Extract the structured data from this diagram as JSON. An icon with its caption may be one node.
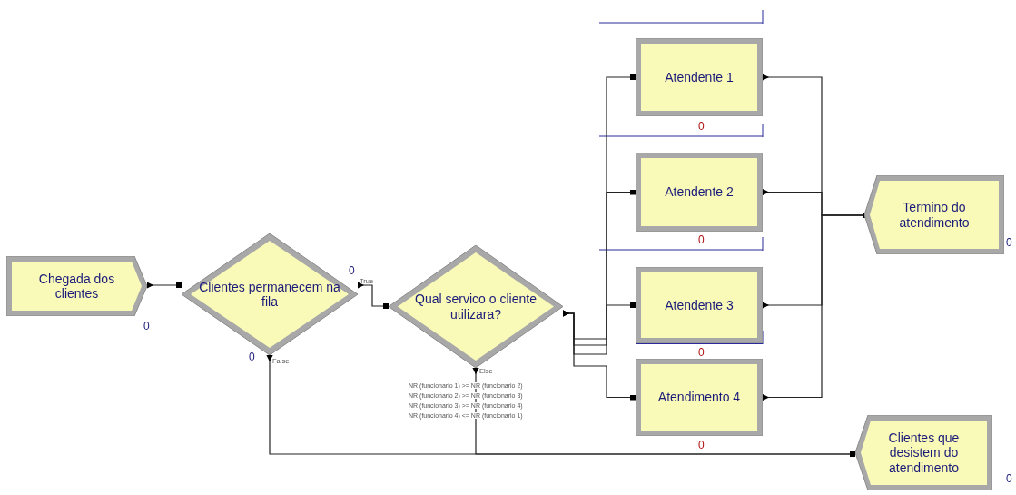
{
  "diagram": {
    "nodes": [
      {
        "text": [
          "Chegada dos clientes"
        ],
        "beside": [
          "0"
        ]
      },
      {
        "text": [
          "Clientes permanecem na fila"
        ],
        "beside": [
          "0",
          "True",
          "0",
          "False"
        ]
      },
      {
        "text": [
          "Qual servico o cliente utilizara?"
        ],
        "beside": [
          "Else",
          "NR (funcionario 1) >= NR (funcionario 2)",
          "NR (funcionario 2) >= NR (funcionario 3)",
          "NR (funcionario 3) >= NR (funcionario 4)",
          "NR (funcionario 4) <= NR (funcionario 1)"
        ]
      },
      {
        "text": [
          "Atendente 1"
        ],
        "beside": [
          "0"
        ]
      },
      {
        "text": [
          "Atendente 2"
        ],
        "beside": [
          "0"
        ]
      },
      {
        "text": [
          "Atendente 3"
        ],
        "beside": [
          "0"
        ]
      },
      {
        "text": [
          "Atendimento 4"
        ],
        "beside": [
          "0"
        ]
      },
      {
        "text": [
          "Termino do atendimento"
        ],
        "beside": [
          "0"
        ]
      },
      {
        "text": [
          "Clientes que desistem do atendimento"
        ],
        "beside": [
          "0"
        ]
      }
    ],
    "edges": [
      {
        "from": 0,
        "to": 1,
        "arrow": "other"
      },
      {
        "from": 1,
        "to": 2,
        "arrow": "other"
      },
      {
        "from": 1,
        "to": 8,
        "arrow": "other"
      },
      {
        "from": 2,
        "to": 3,
        "arrow": "other"
      },
      {
        "from": 2,
        "to": 4,
        "arrow": "other"
      },
      {
        "from": 2,
        "to": 5,
        "arrow": "other"
      },
      {
        "from": 2,
        "to": 6,
        "arrow": "other"
      },
      {
        "from": 2,
        "to": 8,
        "arrow": "other"
      },
      {
        "from": 3,
        "to": 7,
        "arrow": "other"
      },
      {
        "from": 4,
        "to": 7,
        "arrow": "other"
      },
      {
        "from": 5,
        "to": 7,
        "arrow": "other"
      },
      {
        "from": 6,
        "to": 7,
        "arrow": "other"
      }
    ]
  }
}
